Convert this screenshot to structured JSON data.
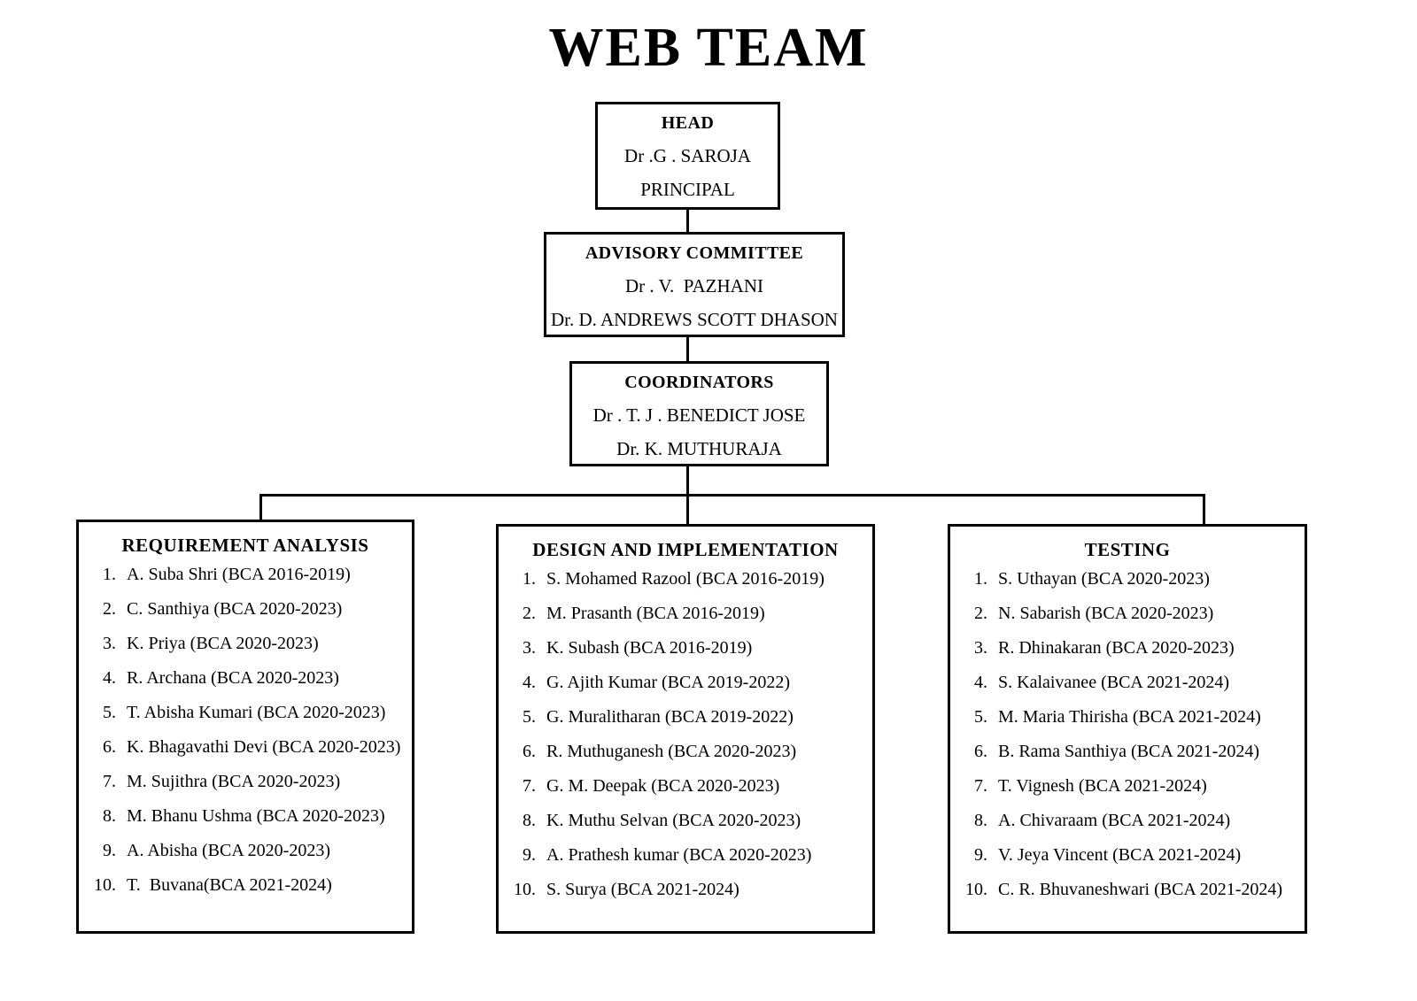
{
  "title": "WEB TEAM",
  "nodes": {
    "head": {
      "title": "HEAD",
      "line1": "Dr .G . SAROJA",
      "line2": "PRINCIPAL"
    },
    "advisory": {
      "title": "ADVISORY COMMITTEE",
      "line1": "Dr . V.  PAZHANI",
      "line2": "Dr. D. ANDREWS SCOTT DHASON"
    },
    "coordinators": {
      "title": "COORDINATORS",
      "line1": "Dr . T. J . BENEDICT JOSE",
      "line2": "Dr. K. MUTHURAJA"
    }
  },
  "teams": [
    {
      "title": "REQUIREMENT ANALYSIS",
      "members": [
        {
          "num": "1.",
          "name": "A. Suba Shri (BCA 2016-2019)"
        },
        {
          "num": "2.",
          "name": "C. Santhiya (BCA 2020-2023)"
        },
        {
          "num": "3.",
          "name": "K. Priya (BCA 2020-2023)"
        },
        {
          "num": "4.",
          "name": "R. Archana (BCA 2020-2023)"
        },
        {
          "num": "5.",
          "name": "T. Abisha Kumari (BCA 2020-2023)"
        },
        {
          "num": "6.",
          "name": "K. Bhagavathi Devi (BCA 2020-2023)"
        },
        {
          "num": "7.",
          "name": "M. Sujithra (BCA 2020-2023)"
        },
        {
          "num": "8.",
          "name": "M. Bhanu Ushma (BCA 2020-2023)"
        },
        {
          "num": "9.",
          "name": "A. Abisha (BCA 2020-2023)"
        },
        {
          "num": "10.",
          "name": "T.  Buvana(BCA 2021-2024)"
        }
      ]
    },
    {
      "title": "DESIGN AND IMPLEMENTATION",
      "members": [
        {
          "num": "1.",
          "name": "S. Mohamed Razool (BCA 2016-2019)"
        },
        {
          "num": "2.",
          "name": "M. Prasanth (BCA 2016-2019)"
        },
        {
          "num": "3.",
          "name": "K. Subash (BCA 2016-2019)"
        },
        {
          "num": "4.",
          "name": "G. Ajith Kumar (BCA 2019-2022)"
        },
        {
          "num": "5.",
          "name": "G. Muralitharan (BCA 2019-2022)"
        },
        {
          "num": "6.",
          "name": "R. Muthuganesh (BCA 2020-2023)"
        },
        {
          "num": "7.",
          "name": "G. M. Deepak (BCA 2020-2023)"
        },
        {
          "num": "8.",
          "name": "K. Muthu Selvan (BCA 2020-2023)"
        },
        {
          "num": "9.",
          "name": "A. Prathesh kumar (BCA 2020-2023)"
        },
        {
          "num": "10.",
          "name": "S. Surya (BCA 2021-2024)"
        }
      ]
    },
    {
      "title": "TESTING",
      "members": [
        {
          "num": "1.",
          "name": "S. Uthayan (BCA 2020-2023)"
        },
        {
          "num": "2.",
          "name": "N. Sabarish (BCA 2020-2023)"
        },
        {
          "num": "3.",
          "name": "R. Dhinakaran (BCA 2020-2023)"
        },
        {
          "num": "4.",
          "name": "S. Kalaivanee (BCA 2021-2024)"
        },
        {
          "num": "5.",
          "name": "M. Maria Thirisha (BCA 2021-2024)"
        },
        {
          "num": "6.",
          "name": "B. Rama Santhiya (BCA 2021-2024)"
        },
        {
          "num": "7.",
          "name": "T. Vignesh (BCA 2021-2024)"
        },
        {
          "num": "8.",
          "name": "A. Chivaraam (BCA 2021-2024)"
        },
        {
          "num": "9.",
          "name": "V. Jeya Vincent (BCA 2021-2024)"
        },
        {
          "num": "10.",
          "name": "C. R. Bhuvaneshwari (BCA 2021-2024)"
        }
      ]
    }
  ],
  "colors": {
    "line": "#000000",
    "text": "#000000",
    "background": "#ffffff"
  }
}
